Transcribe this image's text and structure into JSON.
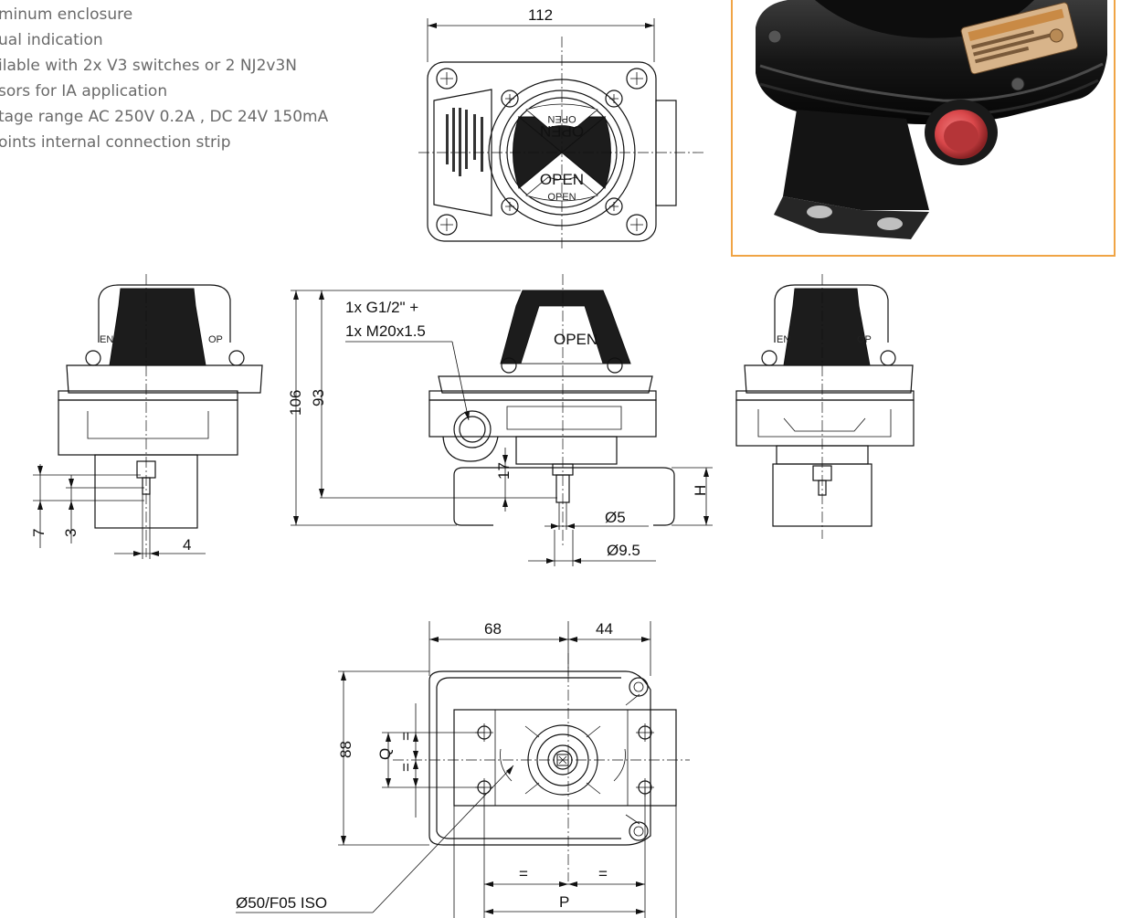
{
  "features": [
    "minum enclosure",
    "ual indication",
    "ilable with 2x V3 switches or 2 NJ2v3N",
    "sors for IA application",
    "tage range AC 250V 0.2A , DC 24V 150mA",
    "oints internal connection strip"
  ],
  "top_view": {
    "width_dim": "112",
    "indicator_top": "OPEN",
    "indicator_top_inverted": "OPEN",
    "indicator_bottom": "OPEN",
    "indicator_bottom_small": "OPEN"
  },
  "side_view_left": {
    "label_left": "EN",
    "label_right": "OP",
    "dim_7": "7",
    "dim_3": "3",
    "dim_4": "4"
  },
  "front_view": {
    "conduit_line1": "1x G1/2\" +",
    "conduit_line2": "1x M20x1.5",
    "dim_106": "106",
    "dim_93": "93",
    "dim_17": "17",
    "dim_h": "H",
    "dim_d5": "Ø5",
    "dim_d95": "Ø9.5",
    "indicator": "OPEN"
  },
  "side_view_right": {
    "label_left": "EN",
    "label_right": "OP"
  },
  "bottom_view": {
    "dim_68": "68",
    "dim_44": "44",
    "dim_88": "88",
    "dim_q": "Q",
    "eq_top": "=",
    "eq_bottom": "=",
    "eq_left": "=",
    "eq_right": "=",
    "dim_p": "P",
    "iso_callout": "Ø50/F05 ISO"
  },
  "colors": {
    "photo_border": "#f0a445",
    "text_gray": "#6a6a6a",
    "housing": "#1c1c1c",
    "conduit_plug": "#d9474a"
  }
}
